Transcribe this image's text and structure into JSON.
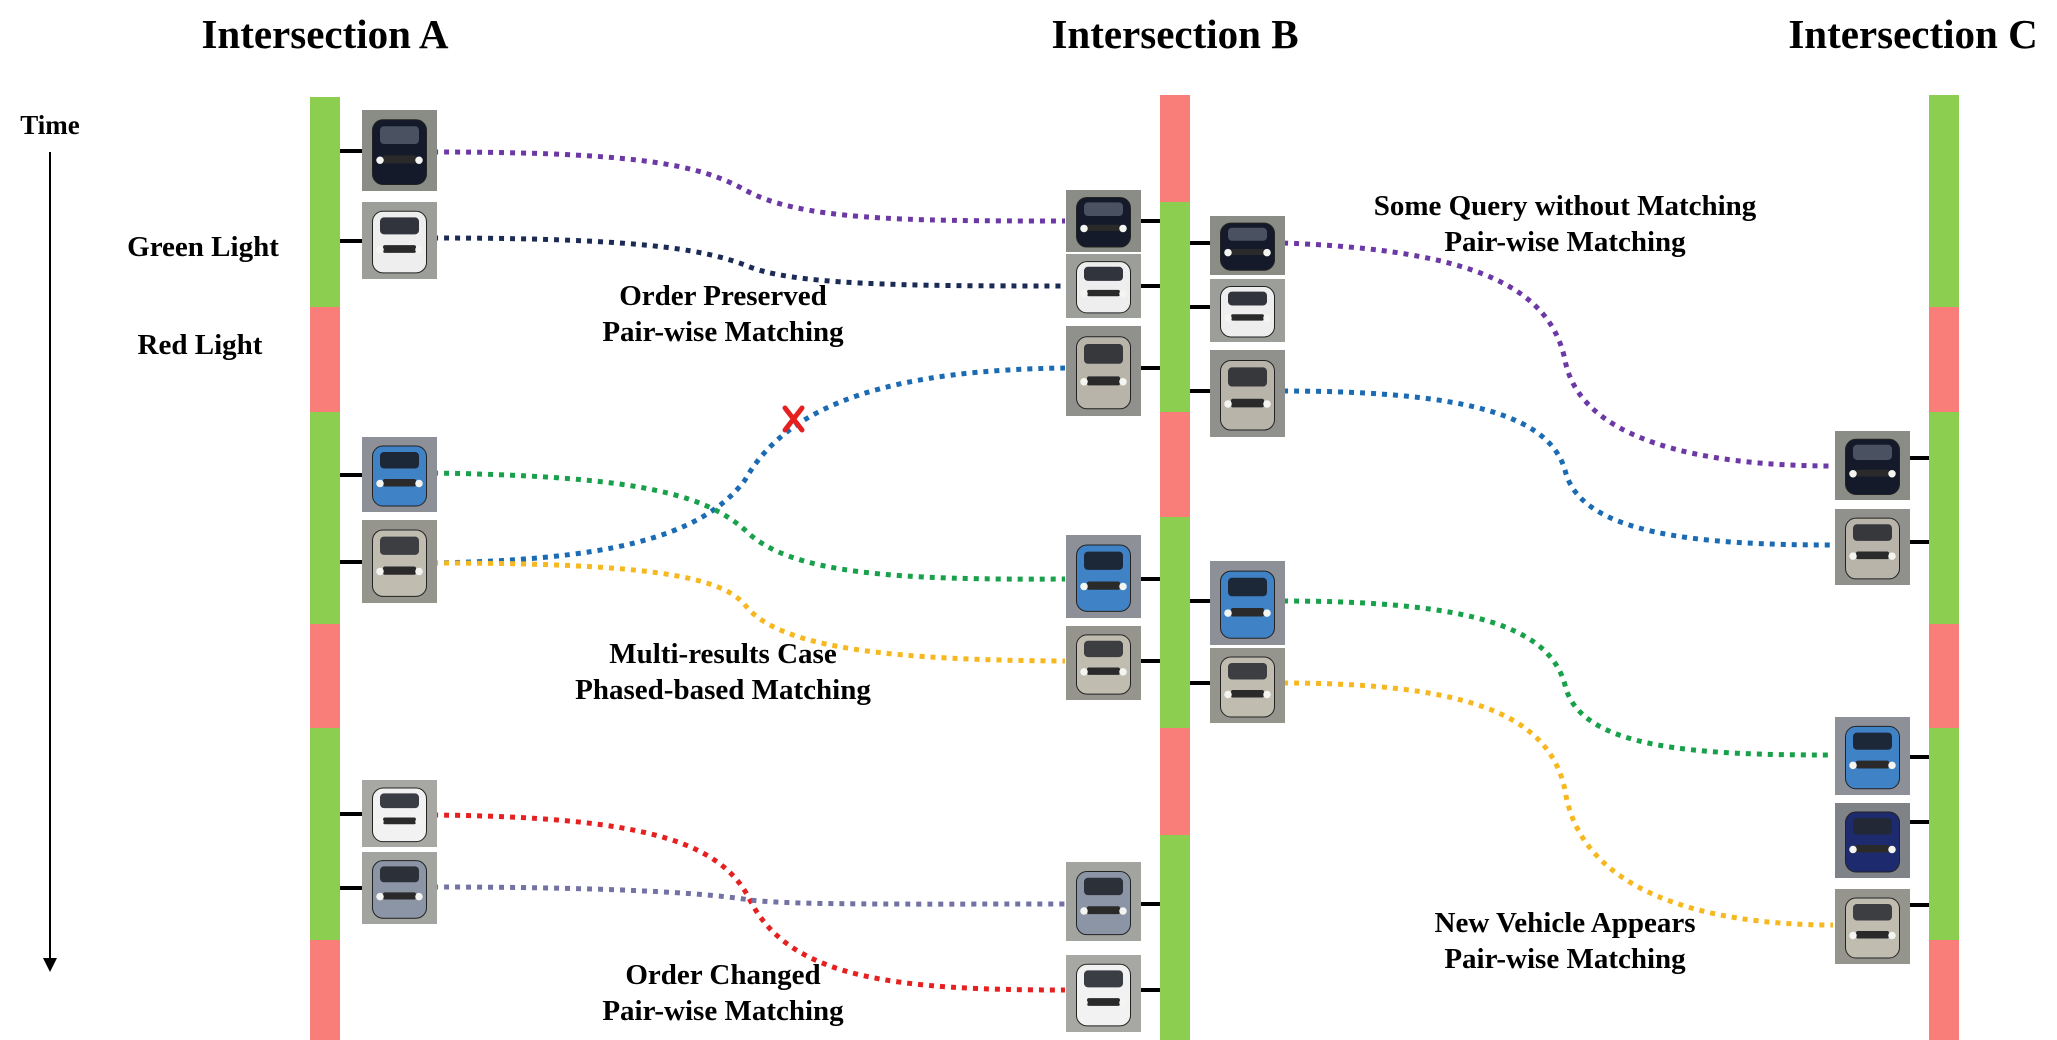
{
  "titles": {
    "a": "Intersection A",
    "b": "Intersection B",
    "c": "Intersection C"
  },
  "time_label": "Time",
  "legend": {
    "green": "Green Light",
    "red": "Red Light"
  },
  "annotations": {
    "order_preserved": [
      "Order Preserved",
      "Pair-wise Matching"
    ],
    "multi_results": [
      "Multi-results Case",
      "Phased-based Matching"
    ],
    "order_changed": [
      "Order Changed",
      "Pair-wise Matching"
    ],
    "some_query": [
      "Some Query without Matching",
      "Pair-wise Matching"
    ],
    "new_vehicle": [
      "New Vehicle Appears",
      "Pair-wise Matching"
    ]
  },
  "colors": {
    "green_light": "#8ccf50",
    "red_light": "#f97e7a",
    "purple": "#6c38a6",
    "navy": "#1b2b55",
    "blue": "#1a6bb3",
    "green": "#18a04a",
    "yellow": "#f6b81e",
    "red": "#e62020",
    "slate": "#7272a4"
  },
  "vehicles": {
    "a": [
      "dark-sedan",
      "white-pickup",
      "blue-suv",
      "silver-sedan",
      "white-sedan",
      "gray-sedan"
    ],
    "b": [
      "dark-sedan",
      "white-pickup",
      "silver-suv",
      "blue-suv",
      "silver-sedan",
      "gray-sedan",
      "white-sedan"
    ],
    "b_right": [
      "dark-sedan",
      "white-pickup",
      "silver-suv",
      "blue-suv",
      "silver-sedan"
    ],
    "c": [
      "dark-sedan",
      "silver-suv",
      "blue-suv",
      "navy-hatchback",
      "silver-sedan"
    ]
  }
}
